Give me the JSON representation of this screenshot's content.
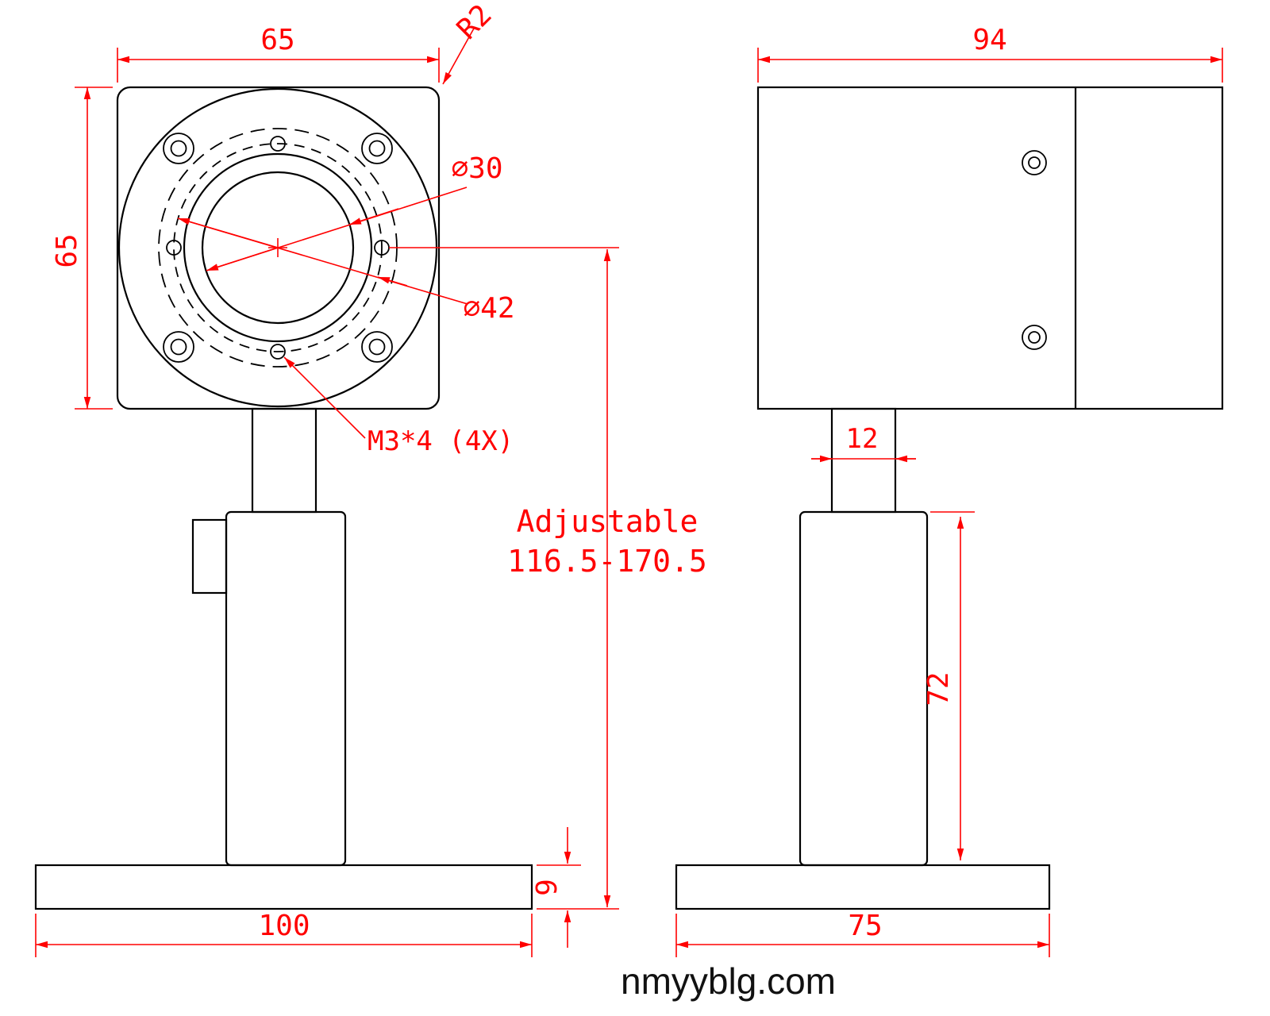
{
  "drawing": {
    "title": "adjustable-optical-sensor-mount-drawing",
    "watermark": "nmyyblg.com",
    "colors": {
      "dimension_red": "#ff0000",
      "outline_black": "#000000",
      "background": "#ffffff"
    },
    "front": {
      "width_top": "65",
      "height_left": "65",
      "corner_radius": "R2",
      "aperture_diameter": "⌀30",
      "bolt_circle_diameter": "⌀42",
      "thread_callout": "M3*4 (4X)",
      "adjustable_label": "Adjustable",
      "adjustable_range": "116.5-170.5",
      "base_width": "100",
      "base_thickness": "9"
    },
    "side": {
      "width_top": "94",
      "stem_width": "12",
      "post_height": "72",
      "base_width": "75"
    }
  }
}
